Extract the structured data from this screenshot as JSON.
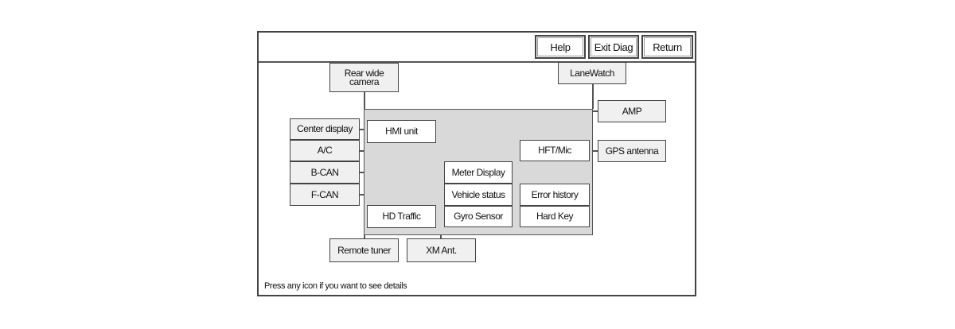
{
  "toolbar": {
    "help_label": "Help",
    "exit_diag_label": "Exit Diag",
    "return_label": "Return"
  },
  "components": {
    "rear_wide_camera": "Rear wide camera",
    "lanewatch": "LaneWatch",
    "amp": "AMP",
    "gps_antenna": "GPS antenna",
    "center_display": "Center display",
    "ac": "A/C",
    "b_can": "B-CAN",
    "f_can": "F-CAN",
    "remote_tuner": "Remote tuner",
    "xm_ant": "XM Ant."
  },
  "unit": {
    "hmi_unit": "HMI unit",
    "hft_mic": "HFT/Mic",
    "meter_display": "Meter Display",
    "vehicle_status": "Vehicle status",
    "gyro_sensor": "Gyro Sensor",
    "hd_traffic": "HD Traffic",
    "error_history": "Error history",
    "hard_key": "Hard Key"
  },
  "footer": {
    "hint": "Press any icon if you want to see details"
  }
}
